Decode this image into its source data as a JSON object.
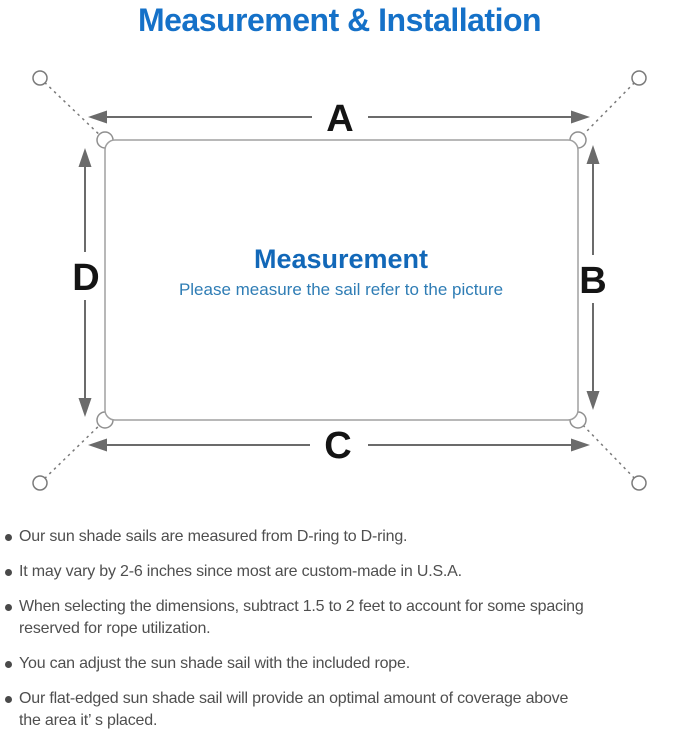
{
  "title": "Measurement & Installation",
  "diagram": {
    "labels": {
      "top": "A",
      "right": "B",
      "bottom": "C",
      "left": "D"
    },
    "center_heading": "Measurement",
    "center_subtitle": "Please measure the sail refer to the picture"
  },
  "notes": {
    "items": [
      {
        "lines": [
          "Our sun shade sails are measured from D-ring to D-ring."
        ]
      },
      {
        "lines": [
          "It may vary by 2-6 inches since most are custom-made in U.S.A."
        ]
      },
      {
        "lines": [
          "When selecting the dimensions, subtract 1.5 to 2 feet to account for some spacing",
          "reserved for rope utilization."
        ]
      },
      {
        "lines": [
          "You can adjust the sun shade sail with the included rope."
        ]
      },
      {
        "lines": [
          "Our flat-edged sun shade sail will provide an optimal amount of coverage above",
          "the area it’ s placed."
        ]
      }
    ]
  },
  "colors": {
    "title_blue": "#1571c8",
    "heading_blue": "#1268b8",
    "subtitle_blue": "#2f7db5",
    "text_gray": "#4f4f4f",
    "line_gray": "#6b6b6b"
  }
}
